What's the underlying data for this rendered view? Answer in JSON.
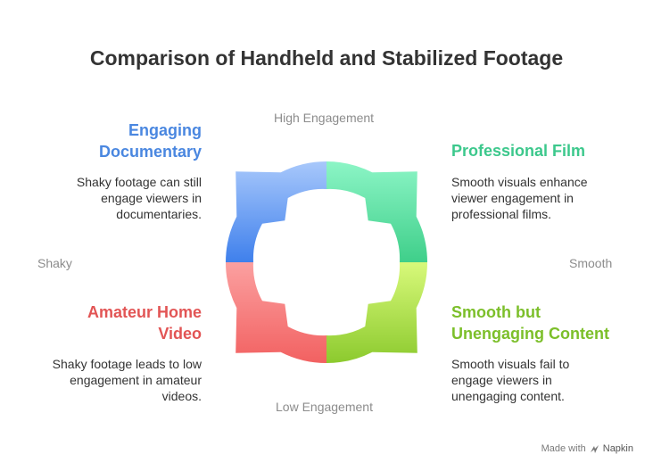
{
  "title": "Comparison of Handheld and Stabilized Footage",
  "axes": {
    "top": "High Engagement",
    "bottom": "Low Engagement",
    "left": "Shaky",
    "right": "Smooth"
  },
  "quadrants": {
    "top_left": {
      "title_line1": "Engaging",
      "title_line2": "Documentary",
      "desc_line1": "Shaky footage can still",
      "desc_line2": "engage viewers in",
      "desc_line3": "documentaries.",
      "color": "#4a87e0"
    },
    "top_right": {
      "title_line1": "Professional Film",
      "desc_line1": "Smooth visuals enhance",
      "desc_line2": "viewer engagement in",
      "desc_line3": "professional films.",
      "color": "#3cc88c"
    },
    "bottom_left": {
      "title_line1": "Amateur Home",
      "title_line2": "Video",
      "desc_line1": "Shaky footage leads to low",
      "desc_line2": "engagement in amateur",
      "desc_line3": "videos.",
      "color": "#e25555"
    },
    "bottom_right": {
      "title_line1": "Smooth but",
      "title_line2": "Unengaging Content",
      "desc_line1": "Smooth visuals fail to",
      "desc_line2": "engage viewers in",
      "desc_line3": "unengaging content.",
      "color": "#7cbf2a"
    }
  },
  "footer": {
    "made_with": "Made with",
    "brand": "Napkin",
    "logo_icon": "napkin-logo-icon"
  }
}
